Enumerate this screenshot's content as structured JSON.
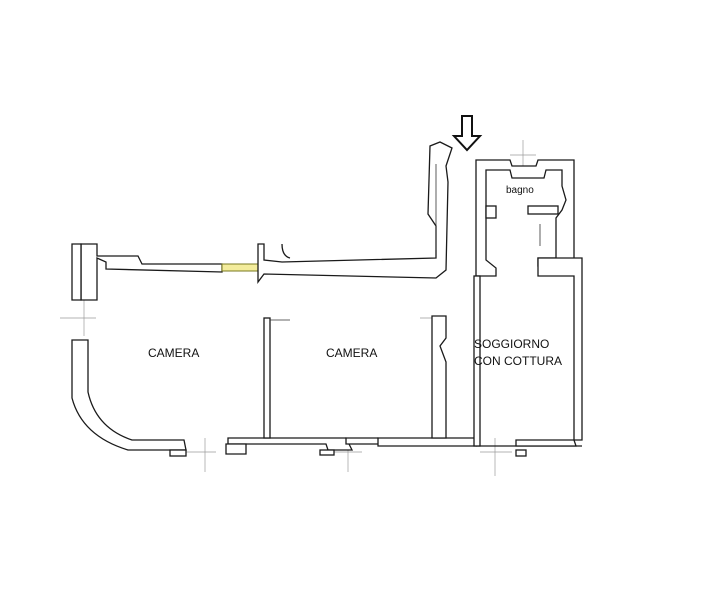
{
  "rooms": {
    "camera_left": "CAMERA",
    "camera_center": "CAMERA",
    "soggiorno_line1": "SOGGIORNO",
    "soggiorno_line2": "CON COTTURA",
    "bagno": "bagno"
  },
  "icons": {
    "entrance": "down-arrow-icon"
  },
  "colors": {
    "wall": "#1a1a1a",
    "door_strip": "#f3ec9c",
    "guide": "#9a9a9a"
  }
}
